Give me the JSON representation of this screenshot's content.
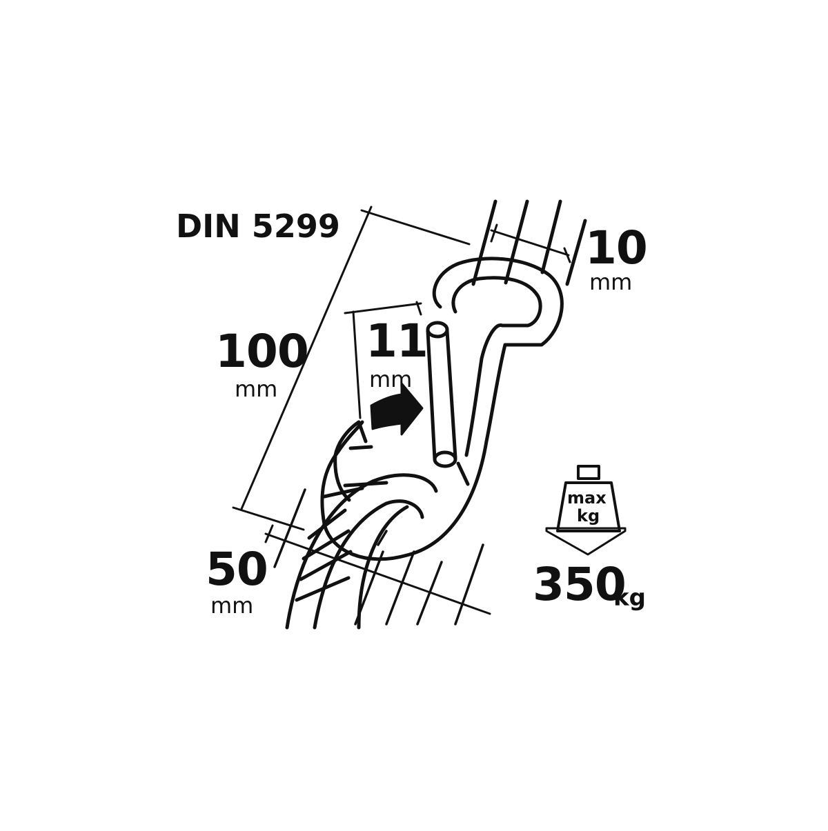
{
  "standard": "DIN 5299",
  "dimensions": {
    "length": {
      "value": "100",
      "unit": "mm"
    },
    "gate_opening": {
      "value": "11",
      "unit": "mm"
    },
    "wire_diameter": {
      "value": "10",
      "unit": "mm"
    },
    "width": {
      "value": "50",
      "unit": "mm"
    }
  },
  "load": {
    "icon_text_top": "max",
    "icon_text_bottom": "kg",
    "value": "350",
    "unit": "kg"
  },
  "colors": {
    "ink": "#111111",
    "background": "#ffffff"
  }
}
